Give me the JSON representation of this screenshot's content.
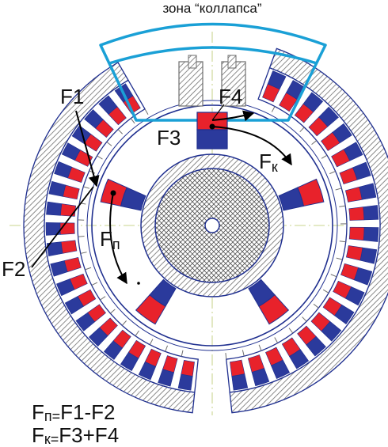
{
  "labels": {
    "collapse_zone": "зона “коллапса”",
    "f1": "F1",
    "f2": "F2",
    "f3": "F3",
    "f4": "F4",
    "fk_main": "F",
    "fk_sub": "к",
    "fp_main": "F",
    "fp_sub": "п"
  },
  "formulas": {
    "fp_F": "F",
    "fp_sub": "п=",
    "fp_rest": "F1-F2",
    "fk_F": "F",
    "fk_sub": "к=",
    "fk_rest": "F3+F4"
  },
  "colors": {
    "magnet_red": "#e8222b",
    "magnet_blue": "#2b3a9c",
    "outline_blue": "#1f2f8f",
    "collapse_zone": "#1aa0d6",
    "hatch": "#6e6e6e",
    "arrow": "#000000",
    "axis_line": "#b8c66a"
  }
}
